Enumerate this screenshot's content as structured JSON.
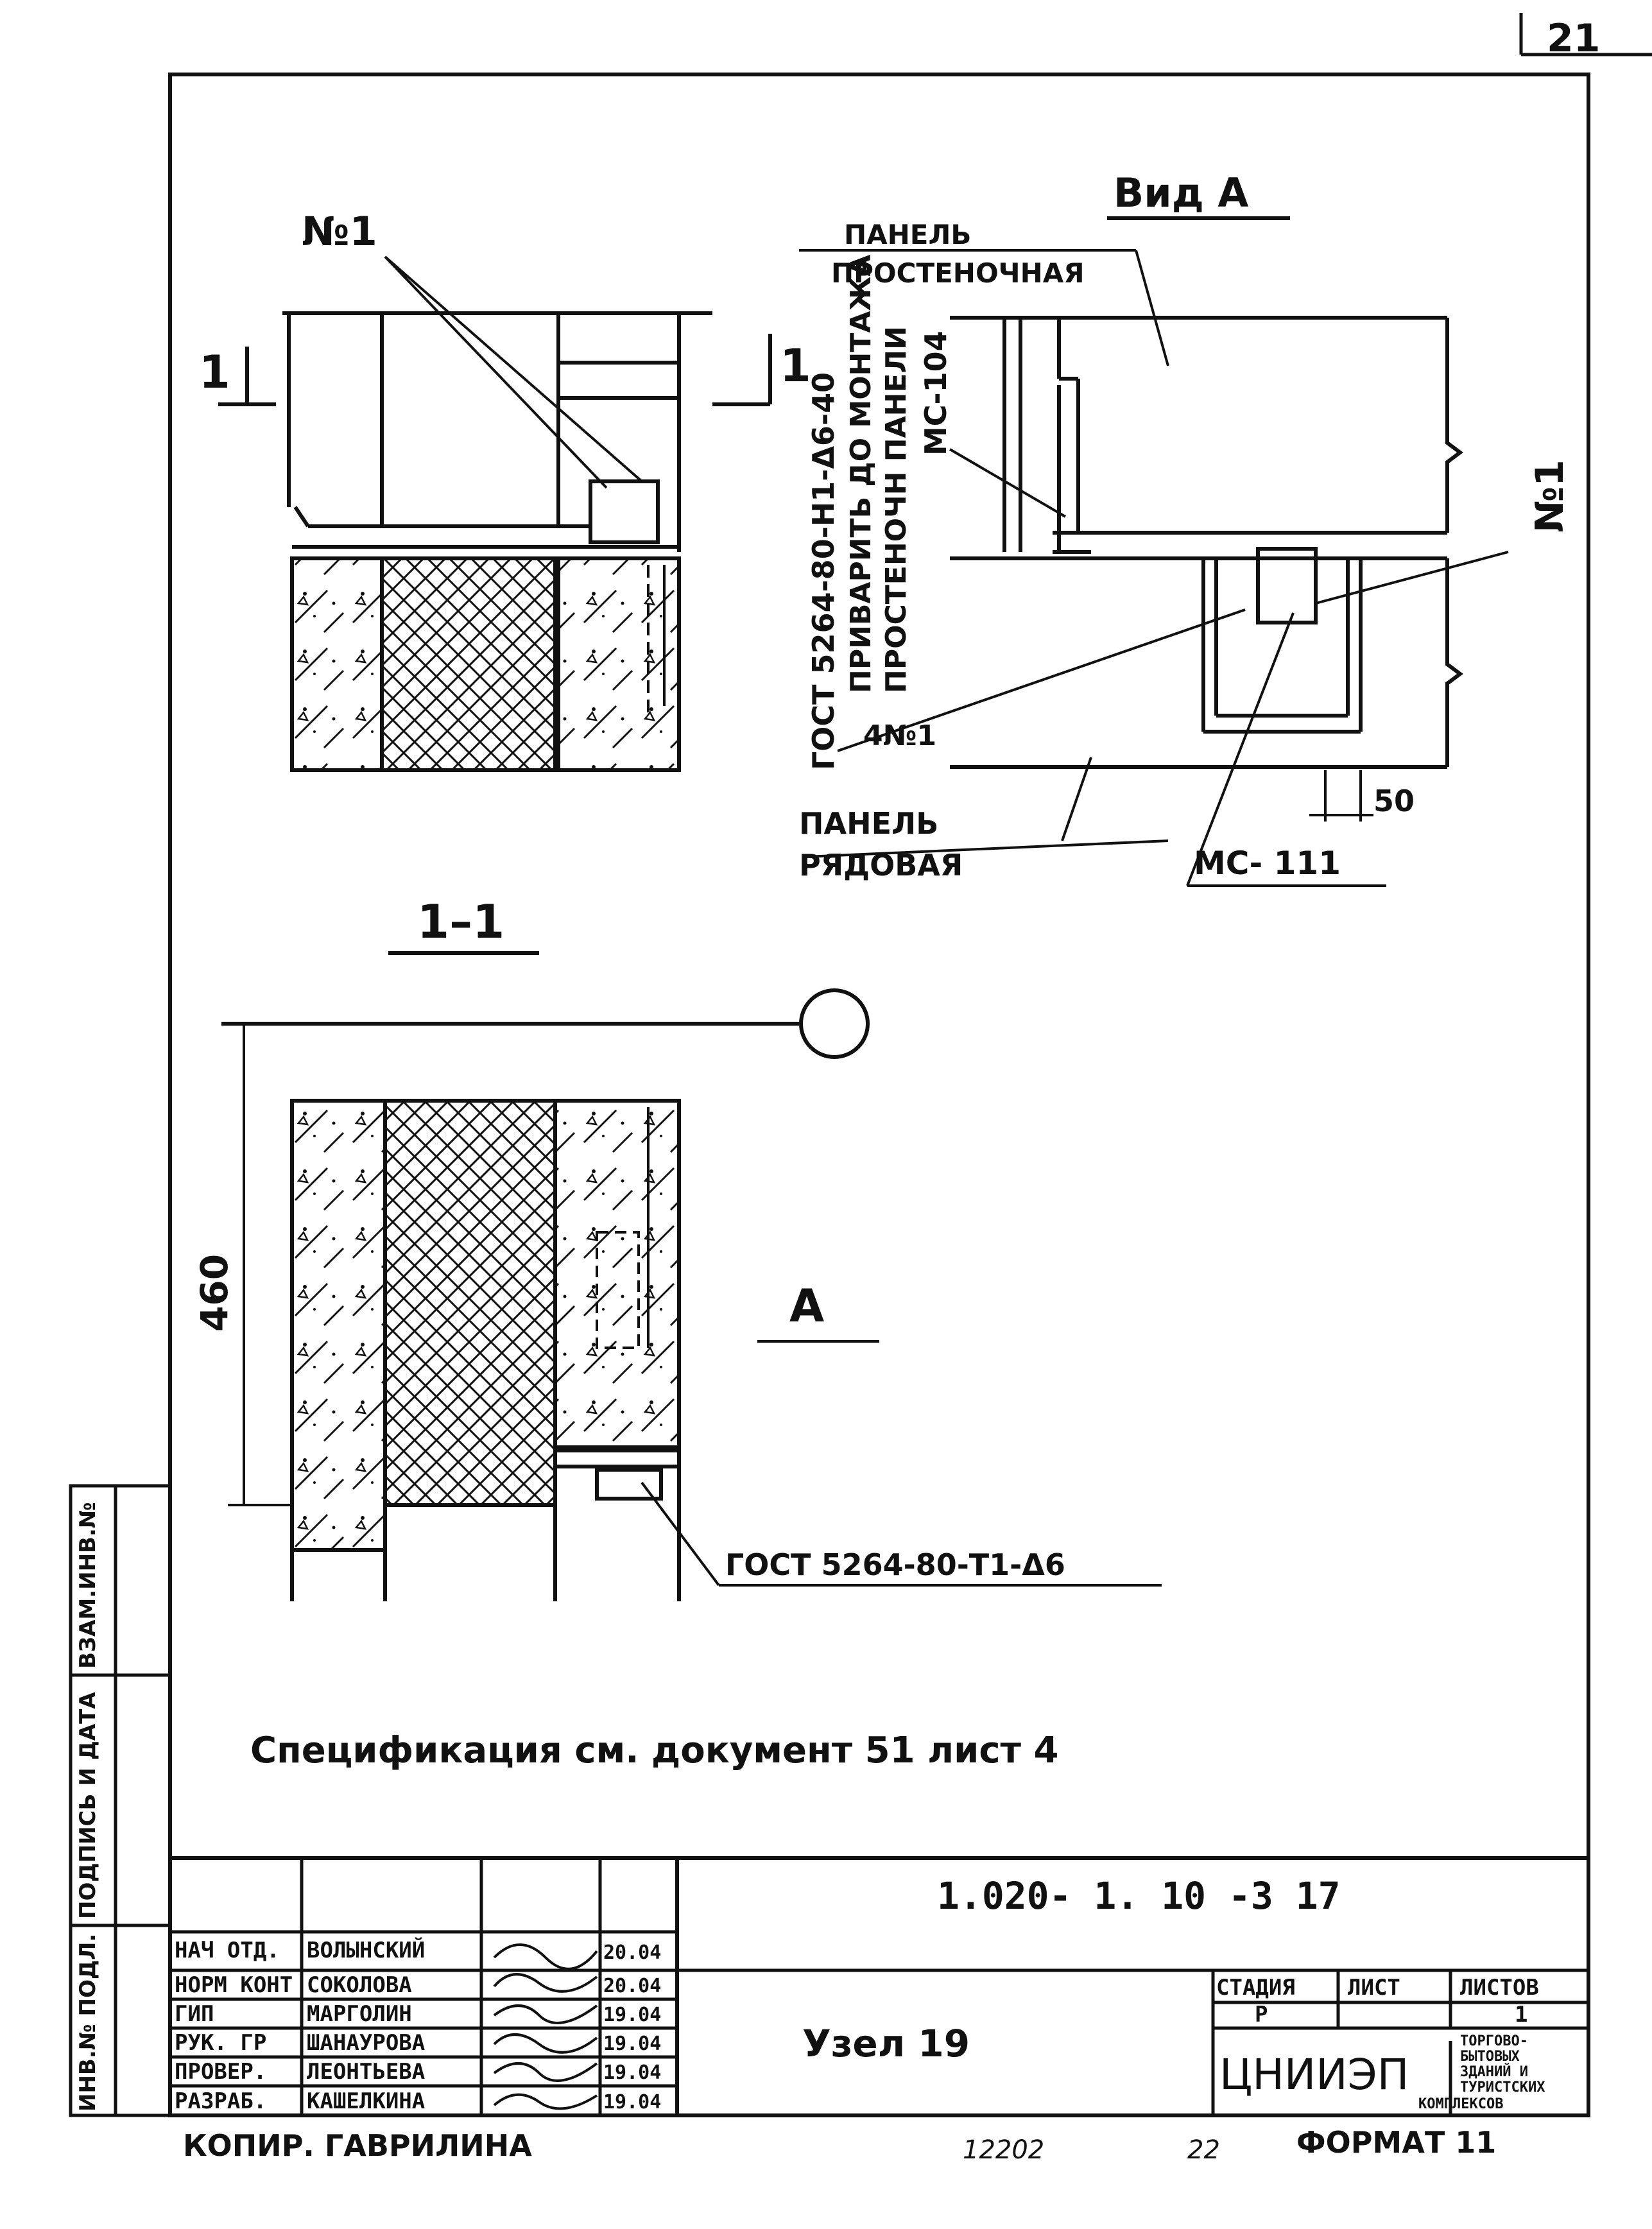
{
  "sheet_number": "21",
  "view_a": {
    "title": "Вид А",
    "label_panel_wall_1": "ПАНЕЛЬ",
    "label_panel_wall_2": "ПРОСТЕНОЧНАЯ",
    "label_panel_row_1": "ПАНЕЛЬ",
    "label_panel_row_2": "РЯДОВАЯ",
    "note_weld": "ГОСТ 5264-80-Н1-Δ6-40",
    "note_weld_2": "ПРИВАРИТЬ ДО МОНТАЖА",
    "note_weld_3": "ПРОСТЕНОЧН ПАНЕЛИ",
    "mc104": "МС-104",
    "mc111": "МС- 111",
    "n1_right": "№1",
    "n1_bottom": "4№1",
    "dim_50": "50"
  },
  "plan": {
    "n1_label": "№1",
    "cut_mark_left": "1",
    "cut_mark_right": "1"
  },
  "section": {
    "title": "1–1",
    "dim_460": "460",
    "arrow_a": "А",
    "note_weld": "ГОСТ 5264-80-Т1-Δ6"
  },
  "spec_note": "Спецификация см. документ 51 лист 4",
  "side_stamp": {
    "inv_orig": "ИНВ.№ ПОДЛ.",
    "sign_date": "ПОДПИСЬ И ДАТА",
    "replace_inv": "ВЗАМ.ИНВ.№"
  },
  "title_block": {
    "doc_code": "1.020- 1. 10 -3 17",
    "node_title": "Узел 19",
    "stage_label": "СТАДИЯ",
    "sheet_label": "ЛИСТ",
    "sheets_label": "ЛИСТОВ",
    "stage_value": "Р",
    "sheets_value": "1",
    "org_name": "ЦНИИЭП",
    "org_desc_1": "ТОРГОВО-",
    "org_desc_2": "БЫТОВЫХ",
    "org_desc_3": "ЗДАНИЙ И",
    "org_desc_4": "ТУРИСТСКИХ",
    "org_desc_5": "КОМПЛЕКСОВ",
    "roles": [
      {
        "role": "НАЧ ОТД.",
        "name": "ВОЛЫНСКИЙ",
        "date": "20.04"
      },
      {
        "role": "НОРМ КОНТ",
        "name": "СОКОЛОВА",
        "date": "20.04"
      },
      {
        "role": "ГИП",
        "name": "МАРГОЛИН",
        "date": "19.04"
      },
      {
        "role": "РУК. ГР",
        "name": "ШАНАУРОВА",
        "date": "19.04"
      },
      {
        "role": "ПРОВЕР.",
        "name": "ЛЕОНТЬЕВА",
        "date": "19.04"
      },
      {
        "role": "РАЗРАБ.",
        "name": "КАШЕЛКИНА",
        "date": "19.04"
      }
    ]
  },
  "footer": {
    "copied_by": "КОПИР. ГАВРИЛИНА",
    "archive": "12202",
    "archive_2": "22",
    "format": "ФОРМАТ 11"
  },
  "colors": {
    "ink": "#111111",
    "paper": "#ffffff"
  }
}
